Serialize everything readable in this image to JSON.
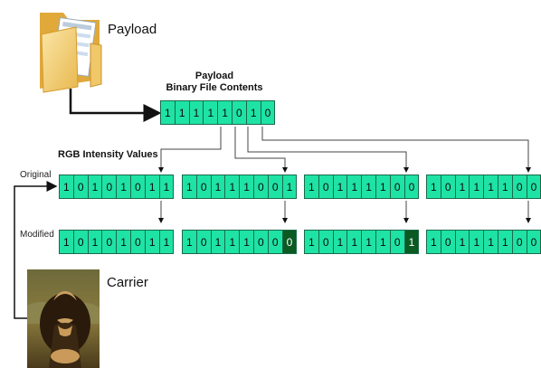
{
  "labels": {
    "payload": "Payload",
    "payload_header_line1": "Payload",
    "payload_header_line2": "Binary File Contents",
    "rgb": "RGB Intensity Values",
    "original": "Original",
    "modified": "Modified",
    "carrier": "Carrier"
  },
  "icons": {
    "payload": "folder-icon",
    "carrier": "mona-lisa-image"
  },
  "colors": {
    "bit_fill": "#1ee3a5",
    "bit_modified_fill": "#0a5a22",
    "arrow": "#111111"
  },
  "payload_bits": [
    "1",
    "1",
    "1",
    "1",
    "1",
    "0",
    "1",
    "0"
  ],
  "original_bytes": [
    [
      "1",
      "0",
      "1",
      "0",
      "1",
      "0",
      "1",
      "1"
    ],
    [
      "1",
      "0",
      "1",
      "1",
      "1",
      "0",
      "0",
      "1"
    ],
    [
      "1",
      "0",
      "1",
      "1",
      "1",
      "1",
      "0",
      "0"
    ],
    [
      "1",
      "0",
      "1",
      "1",
      "1",
      "1",
      "0",
      "0"
    ]
  ],
  "modified_bytes": [
    [
      "1",
      "0",
      "1",
      "0",
      "1",
      "0",
      "1",
      "1"
    ],
    [
      "1",
      "0",
      "1",
      "1",
      "1",
      "0",
      "0",
      "0"
    ],
    [
      "1",
      "0",
      "1",
      "1",
      "1",
      "1",
      "0",
      "1"
    ],
    [
      "1",
      "0",
      "1",
      "1",
      "1",
      "1",
      "0",
      "0"
    ]
  ],
  "modified_bit_flags": [
    [
      false,
      false,
      false,
      false,
      false,
      false,
      false,
      false
    ],
    [
      false,
      false,
      false,
      false,
      false,
      false,
      false,
      true
    ],
    [
      false,
      false,
      false,
      false,
      false,
      false,
      false,
      true
    ],
    [
      false,
      false,
      false,
      false,
      false,
      false,
      false,
      false
    ]
  ]
}
